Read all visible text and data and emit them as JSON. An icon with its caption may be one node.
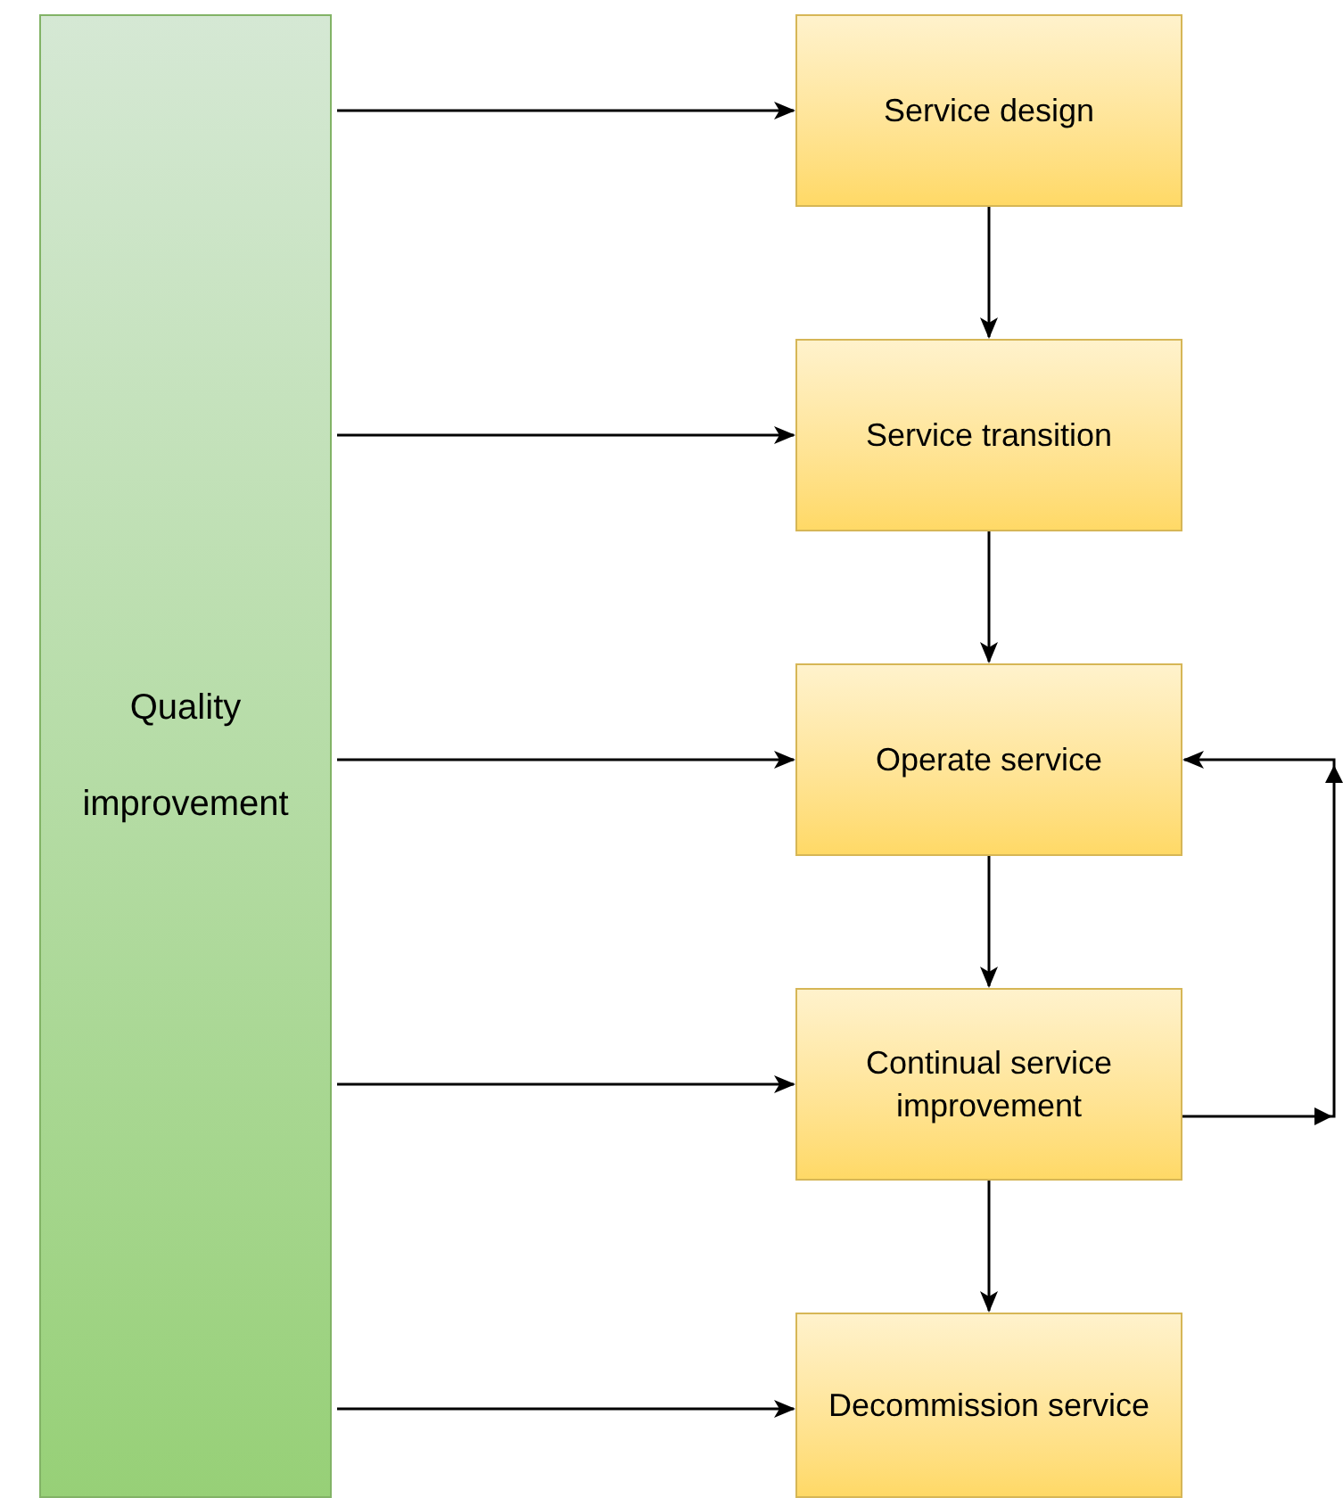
{
  "diagram": {
    "nodes": [
      {
        "text": [
          "Quality improvement"
        ]
      },
      {
        "text": [
          "Service design"
        ]
      },
      {
        "text": [
          "Service transition"
        ]
      },
      {
        "text": [
          "Operate service"
        ]
      },
      {
        "text": [
          "Continual service improvement"
        ]
      },
      {
        "text": [
          "Decommission service"
        ]
      }
    ],
    "edges": [
      {
        "from": 0,
        "to": 1,
        "arrow": "to"
      },
      {
        "from": 0,
        "to": 2,
        "arrow": "to"
      },
      {
        "from": 0,
        "to": 3,
        "arrow": "to"
      },
      {
        "from": 0,
        "to": 4,
        "arrow": "to"
      },
      {
        "from": 0,
        "to": 5,
        "arrow": "to"
      },
      {
        "from": 1,
        "to": 2,
        "arrow": "to"
      },
      {
        "from": 2,
        "to": 3,
        "arrow": "to"
      },
      {
        "from": 3,
        "to": 4,
        "arrow": "to"
      },
      {
        "from": 4,
        "to": 5,
        "arrow": "to"
      },
      {
        "from": 4,
        "to": 3,
        "arrow": "to"
      }
    ]
  }
}
